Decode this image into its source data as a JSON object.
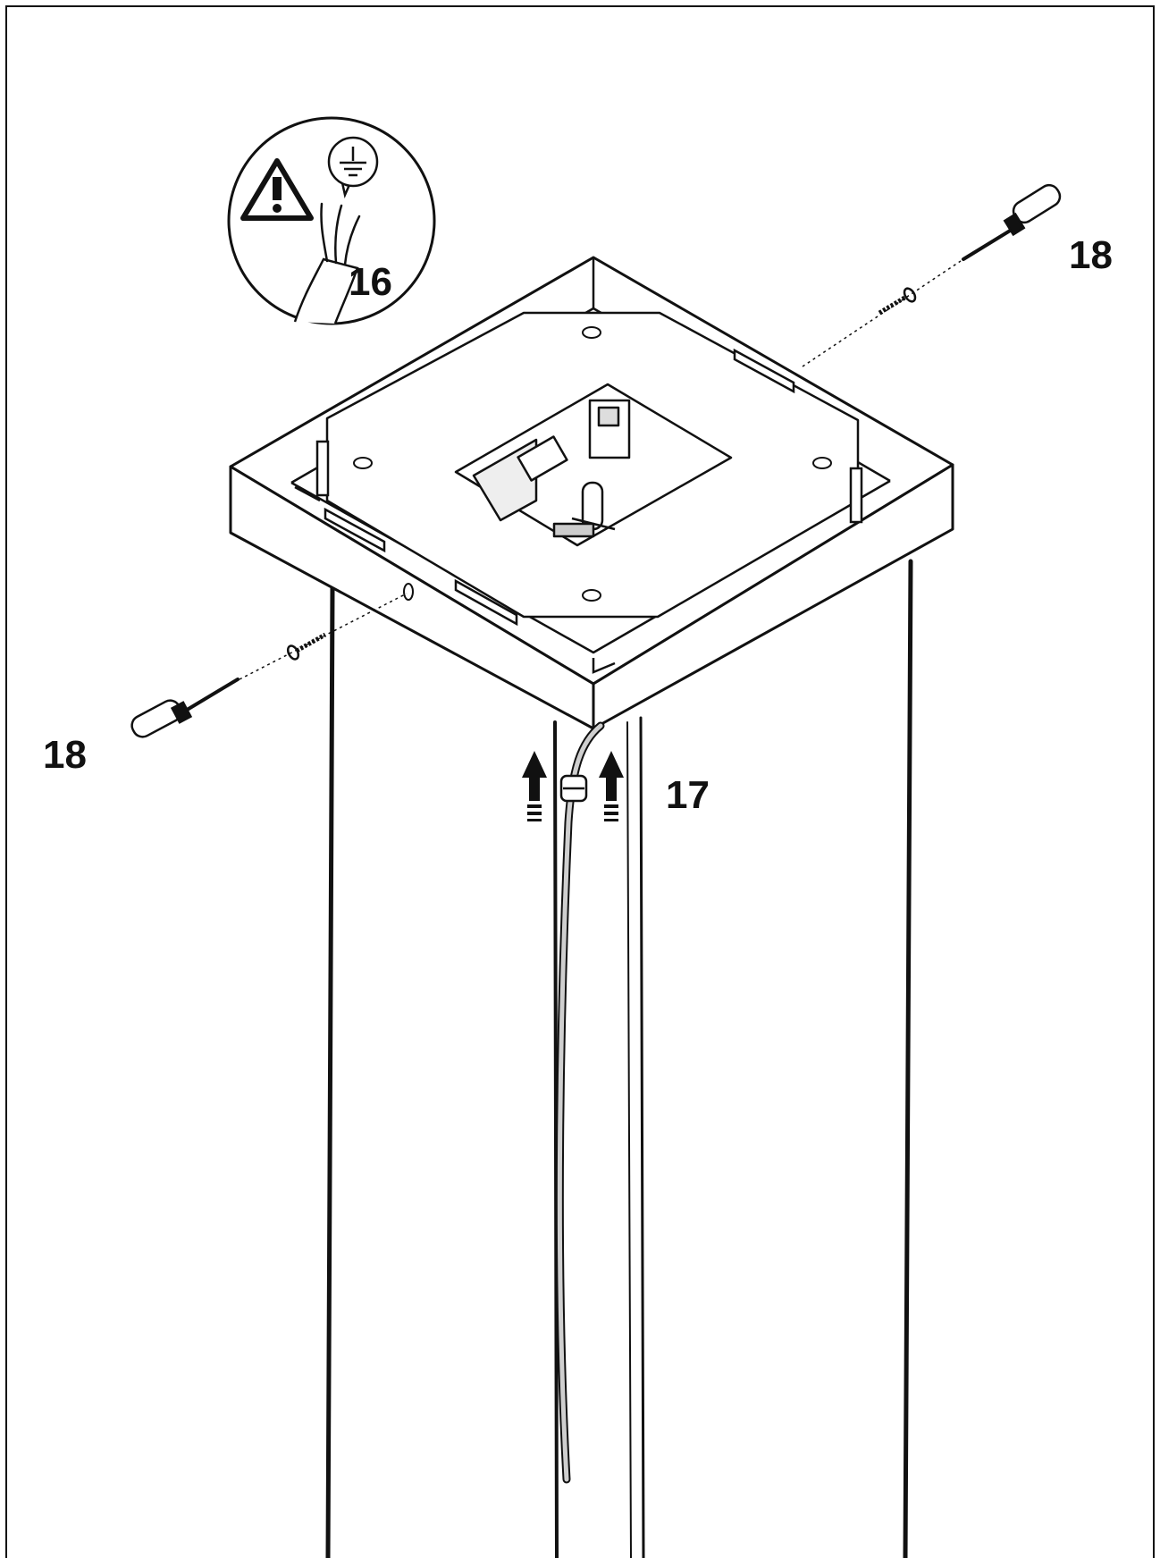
{
  "diagram": {
    "step_labels": {
      "wiring_detail": "16",
      "cable_route": "17",
      "screw_left": "18",
      "screw_right": "18"
    },
    "icons": [
      "warning-icon",
      "ground-icon",
      "screwdriver-icon",
      "screw-icon",
      "arrow-up-icon",
      "cable-clip-icon"
    ],
    "colors": {
      "line": "#111111",
      "background": "#ffffff",
      "cable": "#cfcfcf"
    }
  }
}
